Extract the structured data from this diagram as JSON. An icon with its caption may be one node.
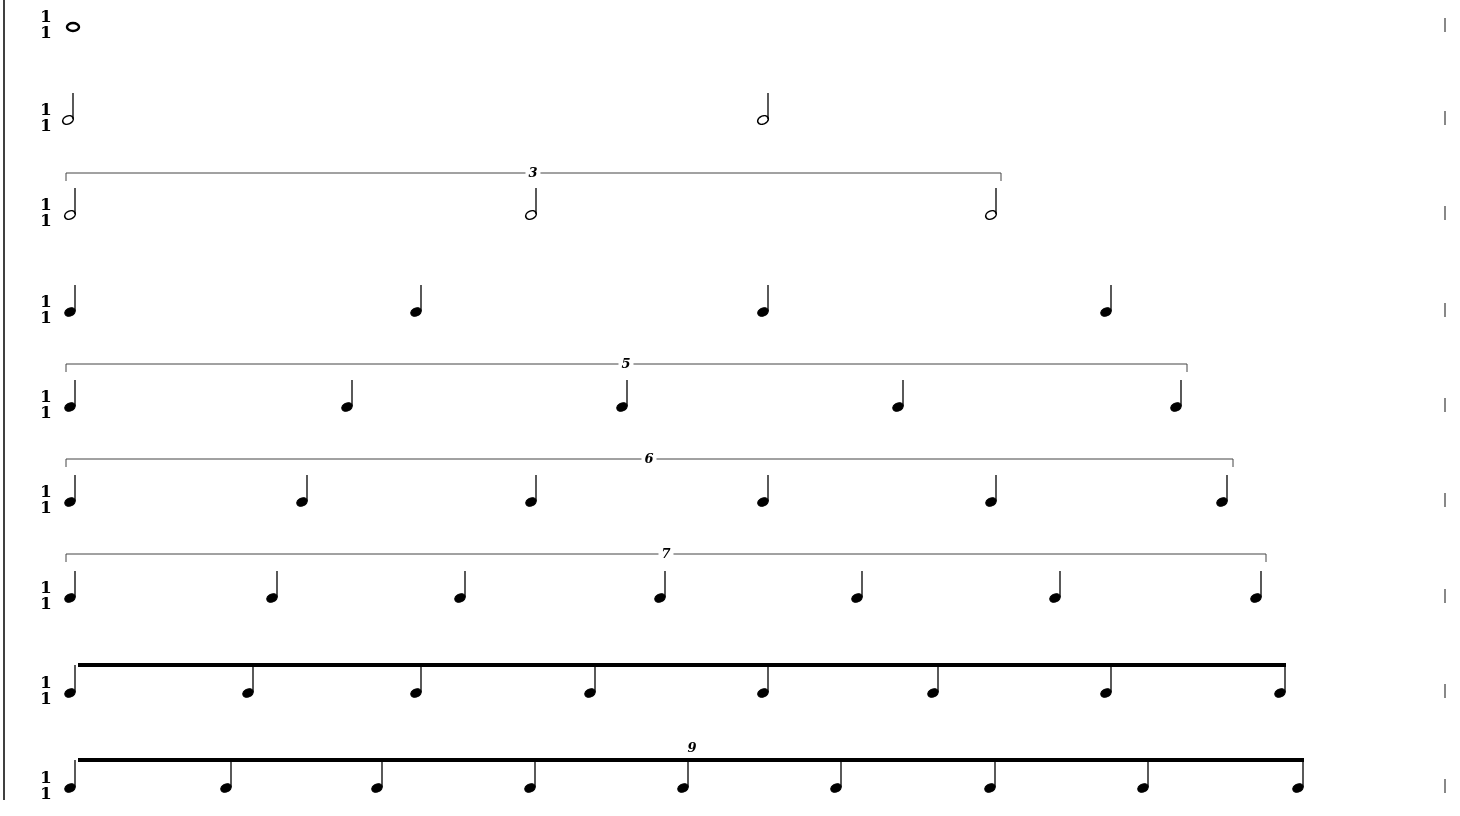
{
  "diagram": {
    "labels": [
      "1",
      "1",
      "1",
      "1",
      "3",
      "1",
      "1",
      "1",
      "1",
      "5",
      "1",
      "1",
      "6",
      "1",
      "1",
      "7",
      "1",
      "1",
      "1",
      "1",
      "9",
      "1",
      "1"
    ]
  }
}
